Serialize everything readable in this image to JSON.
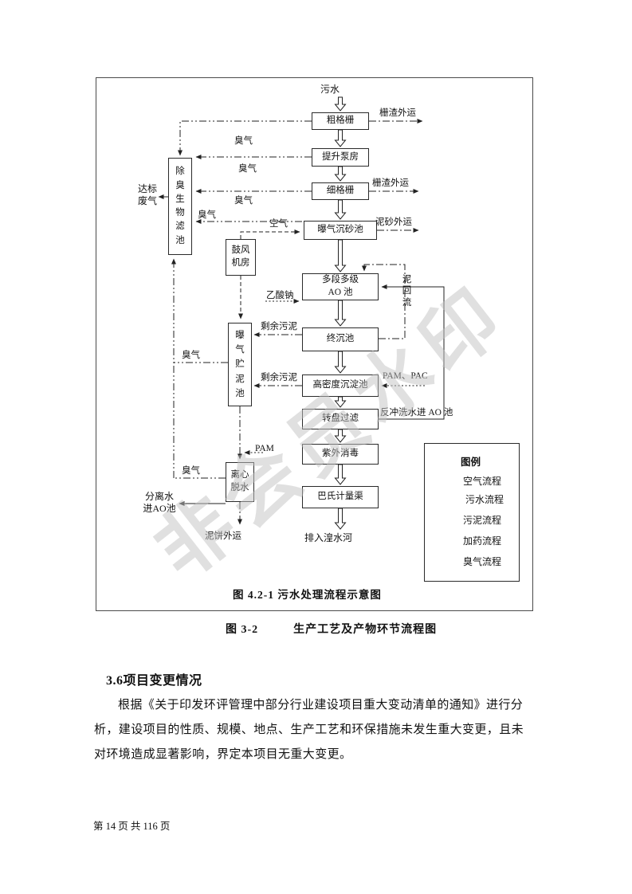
{
  "figure": {
    "caption_inner": "图 4.2-1  污水处理流程示意图",
    "caption_below_label": "图 3-2",
    "caption_below_title": "生产工艺及产物环节流程图"
  },
  "section": {
    "heading": "3.6项目变更情况",
    "paragraph": [
      "根据《关于印发环评管理中部分行业建设项目重大变动清单的通知》进行分",
      "析，建设项目的性质、规模、地点、生产工艺和环保措施未发生重大变更，且未",
      "对环境造成显著影响，界定本项目无重大变更。"
    ]
  },
  "footer": {
    "page_indicator": "第 14 页 共 116 页"
  },
  "watermark": {
    "text": "非会员水印"
  },
  "diagram": {
    "influent_label": "污水",
    "nodes": {
      "coarse_screen": "粗格栅",
      "lift_pump": "提升泵房",
      "fine_screen": "细格栅",
      "grit_chamber": "曝气沉砂池",
      "ao_tank": "多段多级 AO 池",
      "final_clarifier": "终沉池",
      "high_density_tank": "高密度沉淀池",
      "disc_filter": "转盘过滤",
      "uv_disinfection": "紫外消毒",
      "parshall_flume": "巴氏计量渠",
      "deodorizing_biofilter": "除臭生物滤池",
      "blower_room": "鼓风机房",
      "aerated_sludge_tank": "曝气贮泥池",
      "centrifuge_dewatering": "离心脱水"
    },
    "labels": {
      "outfall": "排入湟水河",
      "screen_residue_out": "栅渣外运",
      "grit_out": "泥砂外运",
      "odor": "臭气",
      "air": "空气",
      "sodium_acetate": "乙酸钠",
      "sludge_return": "泥回流",
      "excess_sludge": "剩余污泥",
      "pam_pac": "PAM、PAC",
      "backwash_to_ao": "反冲洗水进 AO 池",
      "pam": "PAM",
      "treated_gas": "达标废气",
      "separated_water_to_ao": "分离水进AO池",
      "sludge_cake_out": "泥饼外运"
    },
    "legend": {
      "title": "图例",
      "items": [
        {
          "style": "dashed",
          "label": "空气流程"
        },
        {
          "style": "hollow-arrow",
          "label": "污水流程"
        },
        {
          "style": "dashdot",
          "label": "污泥流程"
        },
        {
          "style": "dotted",
          "label": "加药流程"
        },
        {
          "style": "dashdotdot",
          "label": "臭气流程"
        }
      ]
    }
  }
}
